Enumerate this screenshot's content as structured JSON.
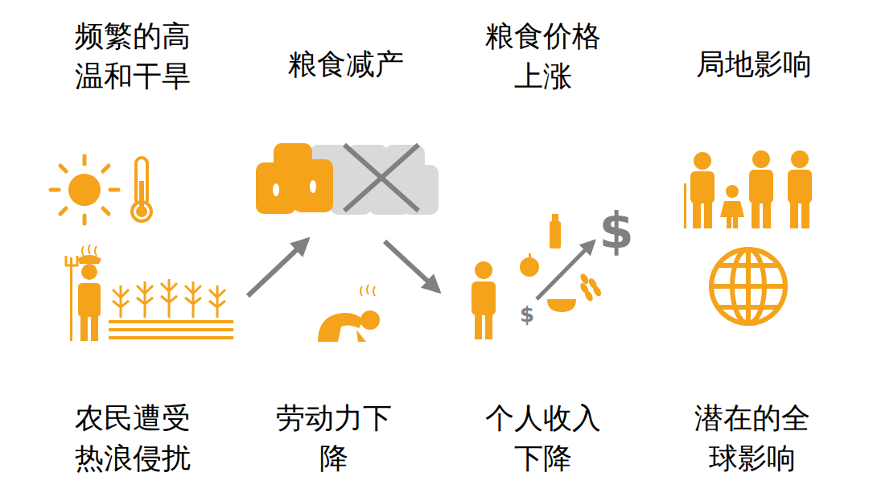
{
  "diagram": {
    "labels": [
      "频繁的高 温和干旱",
      "粮食减产",
      "粮食价格 上涨",
      "局地影响",
      "农民遭受 热浪侵扰",
      "劳动力下 降",
      "个人收入 下降",
      "潜在的全 球影响"
    ]
  }
}
